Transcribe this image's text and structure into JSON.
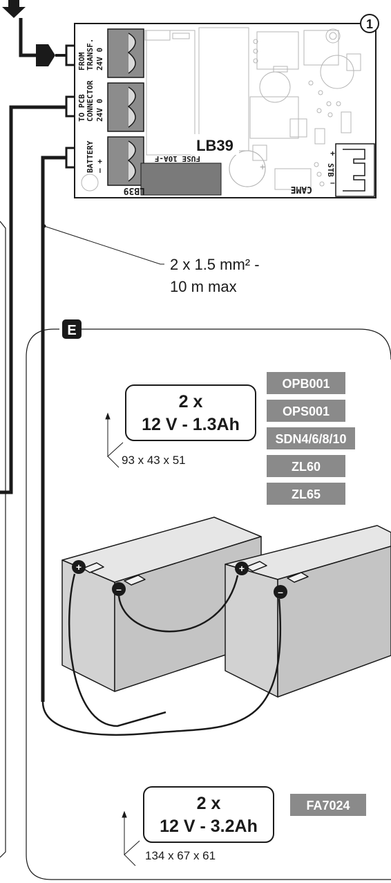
{
  "board": {
    "callout_number": "1",
    "terminals": [
      {
        "label_line1": "FROM",
        "label_line2": "TRANSF.",
        "pins": "24V  0"
      },
      {
        "label_line1": "TO PCB",
        "label_line2": "CONNECTOR",
        "pins": "24V  0"
      },
      {
        "label_line1": "BATTERY",
        "label_line2": "",
        "pins": "–  +"
      }
    ],
    "model_label": "LB39",
    "silk_model": "LB39",
    "fuse_label": "FUSE 10A-F",
    "brand": "CAME",
    "stb_label": "STB",
    "stb_plus": "+",
    "stb_minus": "–"
  },
  "cable": {
    "spec_line1": "2 x 1.5 mm² -",
    "spec_line2": "10 m max"
  },
  "section": {
    "letter": "E"
  },
  "battery_small": {
    "count": "2 x",
    "rating": "12 V - 1.3Ah",
    "dimensions": "93 x 43 x 51",
    "models": [
      "OPB001",
      "OPS001",
      "SDN4/6/8/10",
      "ZL60",
      "ZL65"
    ]
  },
  "battery_large": {
    "count": "2 x",
    "rating": "12 V - 3.2Ah",
    "dimensions": "134 x 67 x 61",
    "models": [
      "FA7024"
    ]
  },
  "battery_terminals": {
    "plus": "+",
    "minus": "–"
  },
  "colors": {
    "line": "#1a1a1a",
    "tag_bg": "#8a8a8a",
    "tag_text": "#ffffff",
    "fuse_bg": "#7a7a7a",
    "battery_top": "#e6e6e6",
    "battery_side": "#d2d2d2",
    "battery_front": "#c4c4c4"
  }
}
